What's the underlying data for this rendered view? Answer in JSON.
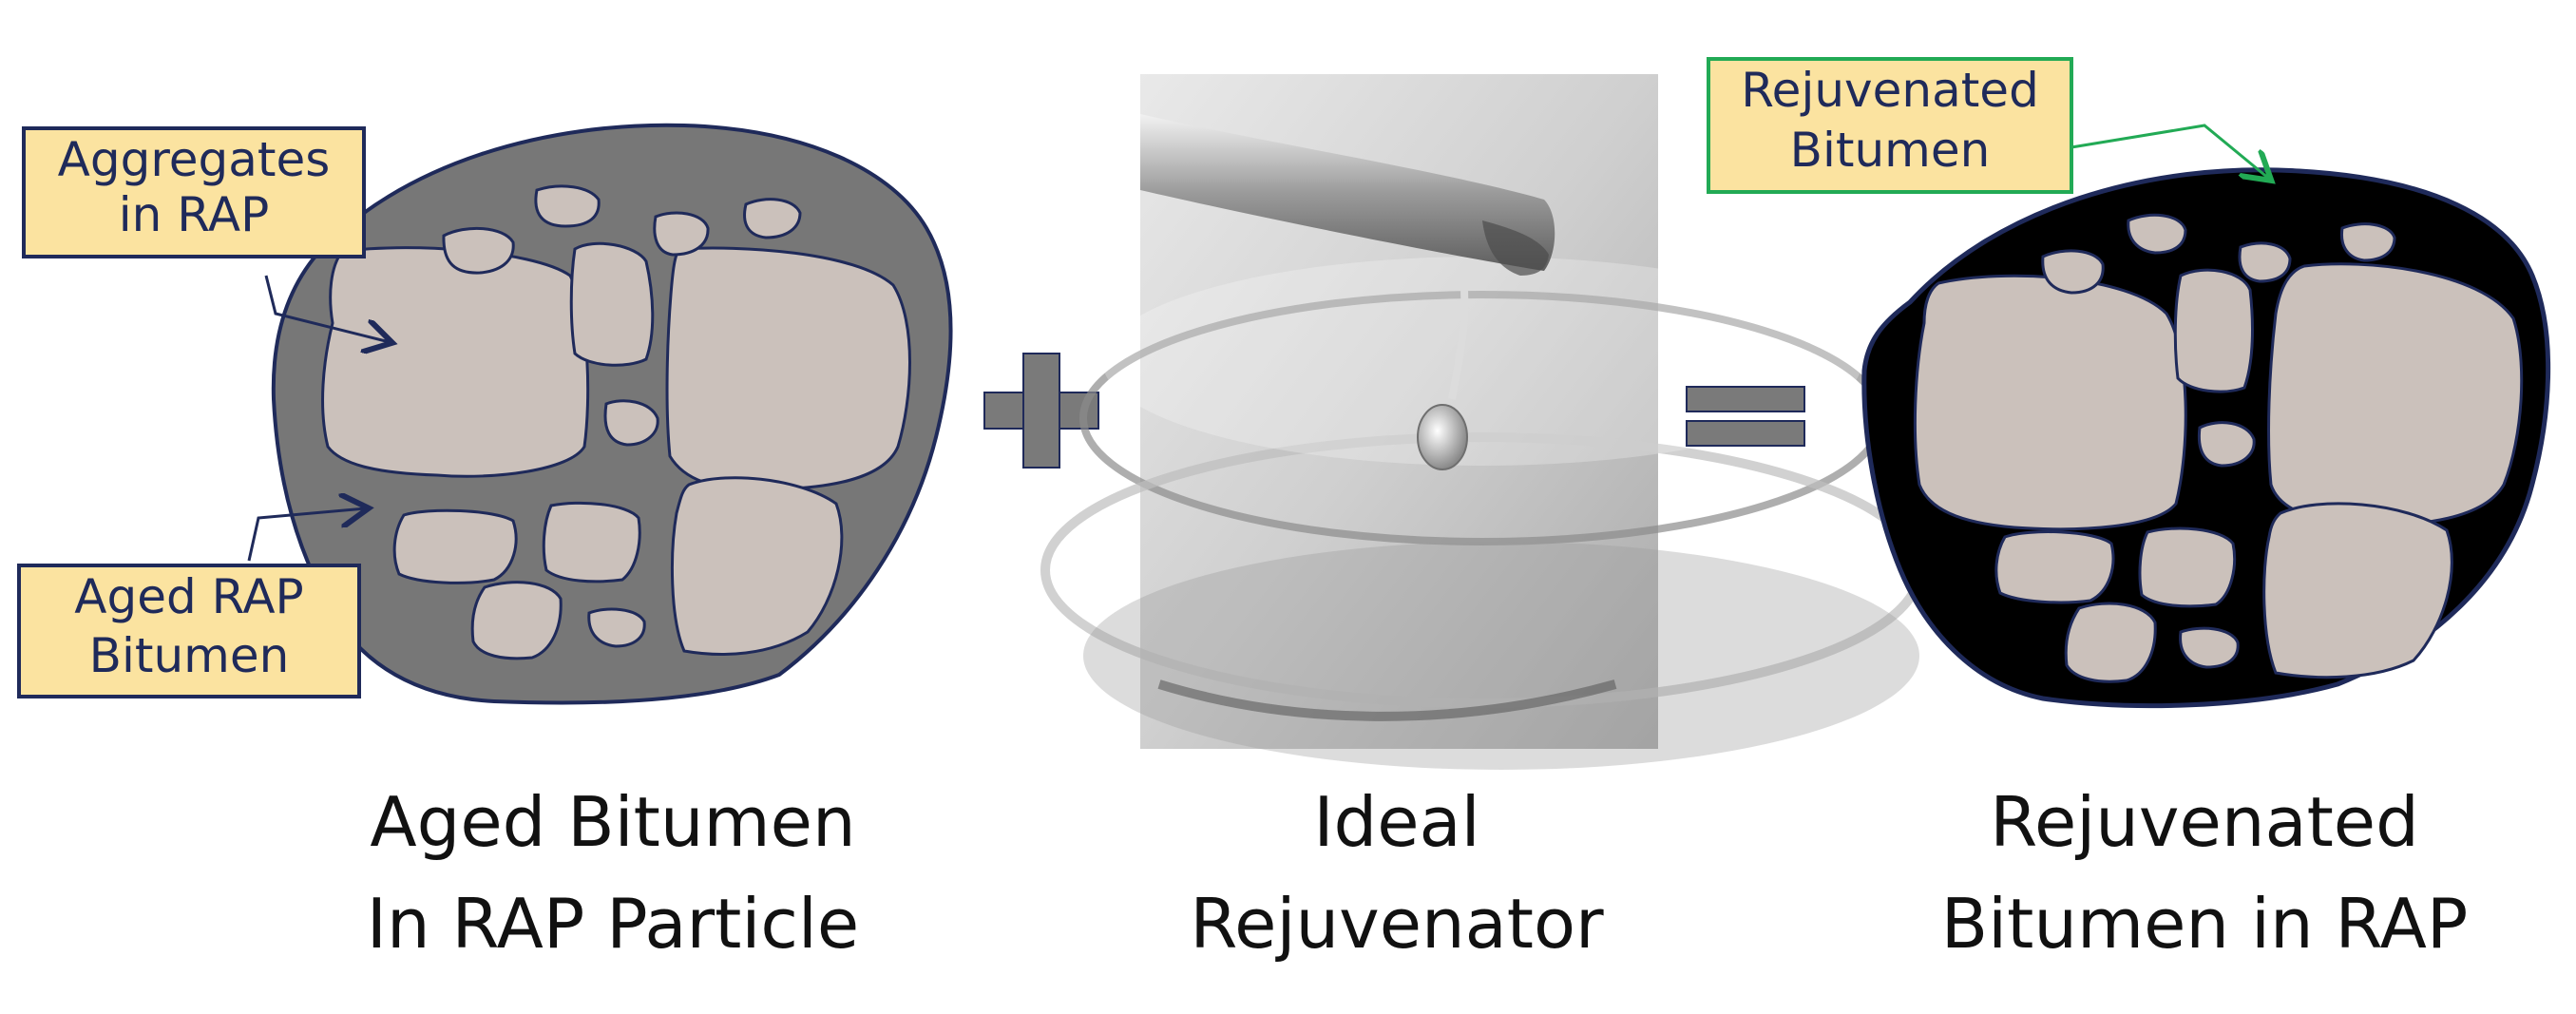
{
  "left": {
    "callout_aggregates": [
      "Aggregates",
      "in RAP"
    ],
    "callout_aged": [
      "Aged RAP",
      "Bitumen"
    ],
    "caption": [
      "Aged Bitumen",
      "In RAP Particle"
    ]
  },
  "middle": {
    "caption": [
      "Ideal",
      "Rejuvenator"
    ]
  },
  "right": {
    "callout_rejuvenated": [
      "Rejuvenated",
      "Bitumen"
    ],
    "caption": [
      "Rejuvenated",
      "Bitumen in RAP"
    ]
  },
  "operators": {
    "plus": "plus-sign",
    "equals": "equals-sign"
  },
  "colors": {
    "aged_bitumen": "#777777",
    "rejuvenated_bitumen": "#000000",
    "aggregate": "#cbc1bb",
    "outline": "#1f2a5a",
    "callout_fill": "#fbe3a0",
    "callout_border_navy": "#1f2a5a",
    "callout_border_green": "#22aa55",
    "operator_fill": "#7a7a7a"
  }
}
